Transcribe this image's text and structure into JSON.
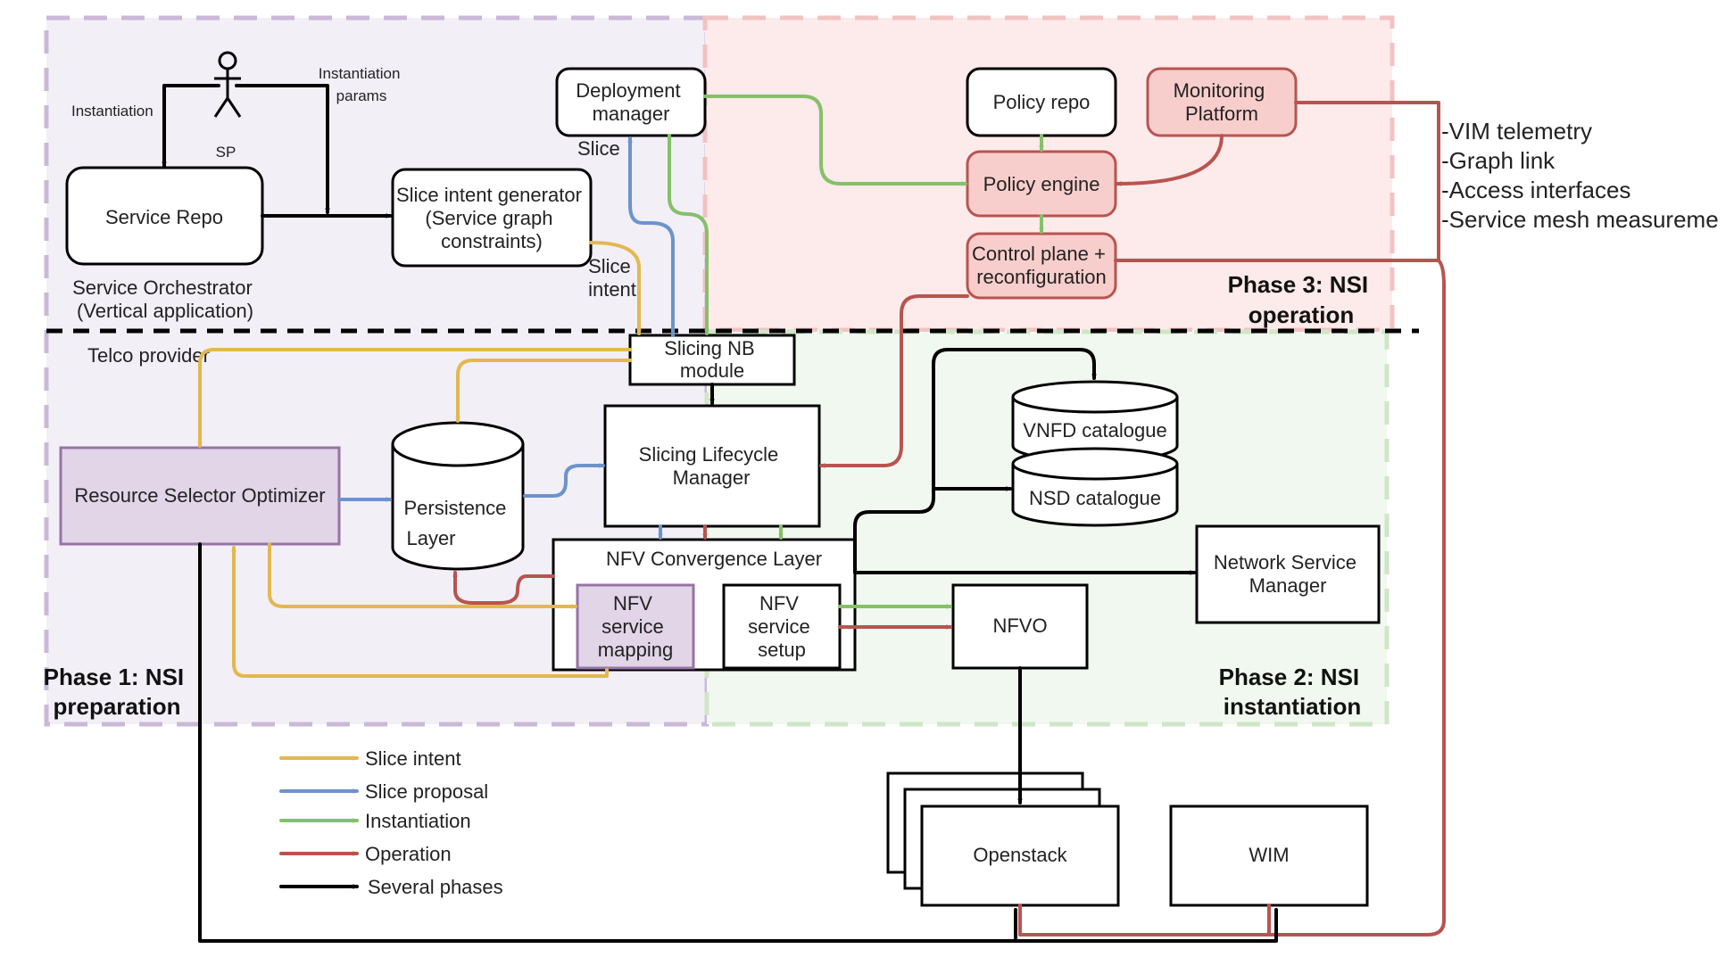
{
  "colors": {
    "slice_intent": "#e2b84f",
    "slice_proposal": "#6c93cc",
    "instantiation": "#86c06a",
    "operation": "#b85450",
    "several_phases": "#000000",
    "phase1_bg": "#f3eff7",
    "phase2_bg": "#f1f8ef",
    "phase3_bg": "#fdeaea",
    "purple_box": "#e1d5e7",
    "purple_border": "#9673a6",
    "red_box": "#f8cecc",
    "red_border": "#b85450"
  },
  "phases": {
    "phase1": [
      "Phase 1: NSI",
      "preparation"
    ],
    "phase2": [
      "Phase 2: NSI",
      "instantiation"
    ],
    "phase3": [
      "Phase 3: NSI",
      "operation"
    ]
  },
  "actor": {
    "label": "SP"
  },
  "labels": {
    "instantiation": "Instantiation",
    "instantiation_params": [
      "Instantiation",
      "params"
    ],
    "service_orchestrator": [
      "Service Orchestrator",
      "(Vertical application)"
    ],
    "telco_provider": "Telco provider",
    "slice": "Slice",
    "slice_intent": [
      "Slice",
      "intent"
    ]
  },
  "nodes": {
    "service_repo": [
      "Service Repo"
    ],
    "slice_intent_generator": [
      "Slice intent generator",
      "(Service graph",
      "constraints)"
    ],
    "deployment_manager": [
      "Deployment",
      "manager"
    ],
    "policy_repo": [
      "Policy repo"
    ],
    "monitoring_platform": [
      "Monitoring",
      "Platform"
    ],
    "policy_engine": [
      "Policy engine"
    ],
    "control_plane": [
      "Control plane +",
      "reconfiguration"
    ],
    "slicing_nb_module": [
      "Slicing NB",
      "module"
    ],
    "resource_selector": [
      "Resource Selector Optimizer"
    ],
    "persistence_layer": [
      "Persistence",
      "Layer"
    ],
    "slicing_lifecycle": [
      "Slicing Lifecycle",
      "Manager"
    ],
    "vnfd_catalogue": [
      "VNFD catalogue"
    ],
    "nsd_catalogue": [
      "NSD catalogue"
    ],
    "nfv_convergence": [
      "NFV Convergence Layer"
    ],
    "nfv_service_mapping": [
      "NFV",
      "service",
      "mapping"
    ],
    "nfv_service_setup": [
      "NFV",
      "service",
      "setup"
    ],
    "nfvo": [
      "NFVO"
    ],
    "network_service_manager": [
      "Network Service",
      "Manager"
    ],
    "openstack": [
      "Openstack"
    ],
    "wim": [
      "WIM"
    ]
  },
  "monitoring_list": [
    "-VIM telemetry",
    "-Graph link",
    "-Access interfaces",
    "-Service mesh measureme"
  ],
  "legend": [
    {
      "label": "Slice intent",
      "color": "#e2b84f"
    },
    {
      "label": "Slice proposal",
      "color": "#6c93cc"
    },
    {
      "label": "Instantiation",
      "color": "#86c06a"
    },
    {
      "label": "Operation",
      "color": "#b85450"
    },
    {
      "label": "Several phases",
      "color": "#000000"
    }
  ]
}
